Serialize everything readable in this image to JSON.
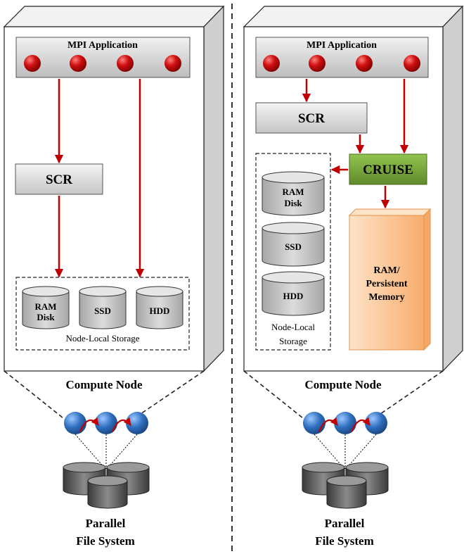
{
  "left": {
    "app_label": "MPI Application",
    "scr_label": "SCR",
    "disks": [
      {
        "line1": "RAM",
        "line2": "Disk"
      },
      {
        "line1": "SSD",
        "line2": ""
      },
      {
        "line1": "HDD",
        "line2": ""
      }
    ],
    "storage_caption": "Node-Local Storage",
    "node_caption": "Compute Node",
    "pfs_line1": "Parallel",
    "pfs_line2": "File System"
  },
  "right": {
    "app_label": "MPI Application",
    "scr_label": "SCR",
    "cruise_label": "CRUISE",
    "disks": [
      {
        "line1": "RAM",
        "line2": "Disk"
      },
      {
        "line1": "SSD",
        "line2": ""
      },
      {
        "line1": "HDD",
        "line2": ""
      }
    ],
    "storage_caption_line1": "Node-Local",
    "storage_caption_line2": "Storage",
    "memory_line1": "RAM/",
    "memory_line2": "Persistent",
    "memory_line3": "Memory",
    "node_caption": "Compute Node",
    "pfs_line1": "Parallel",
    "pfs_line2": "File System"
  },
  "colors": {
    "arrow": "#c00000",
    "process_ball": "#c00000",
    "cruise_fill": "#77a33a",
    "memory_fill": "#fbc89a",
    "cluster_node": "#2f6fbf",
    "pfs_disk": "#595959"
  }
}
